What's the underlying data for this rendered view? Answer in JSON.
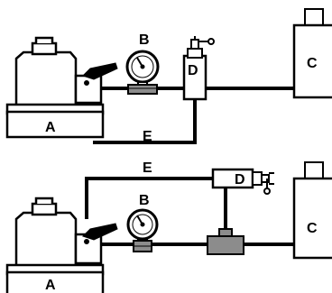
{
  "labels": {
    "top": {
      "pump": "A",
      "gauge": "B",
      "cylinder": "C",
      "valve": "D",
      "return_line": "E"
    },
    "bottom": {
      "pump": "A",
      "gauge": "B",
      "cylinder": "C",
      "valve": "D",
      "return_line": "E"
    }
  },
  "colors": {
    "line": "#000000",
    "component_fill": "#ffffff",
    "fitting_gray": "#8c8c8c",
    "pump_shadow": "#bfbfbf"
  },
  "icons": [
    "pump-icon",
    "pressure-gauge-icon",
    "release-valve-icon",
    "tee-fitting-icon",
    "cylinder-icon"
  ]
}
